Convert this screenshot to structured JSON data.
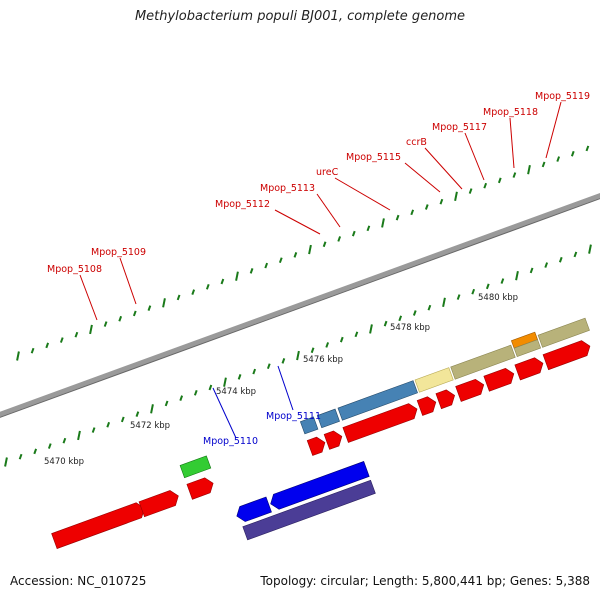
{
  "title": "Methylobacterium populi BJ001, complete genome",
  "accession": "Accession: NC_010725",
  "summary": "Topology: circular; Length: 5,800,441 bp; Genes: 5,388",
  "colors": {
    "forward_cds": "#ff0000",
    "reverse_cds": "#0000ee",
    "forward_label": "#cc0000",
    "reverse_label": "#0000cc",
    "backbone": "#888888",
    "tick": "#1a7a1a"
  },
  "tick_labels": [
    {
      "id": "t5470",
      "text": "5470 kbp"
    },
    {
      "id": "t5472",
      "text": "5472 kbp"
    },
    {
      "id": "t5474",
      "text": "5474 kbp"
    },
    {
      "id": "t5476",
      "text": "5476 kbp"
    },
    {
      "id": "t5478",
      "text": "5478 kbp"
    },
    {
      "id": "t5480",
      "text": "5480 kbp"
    }
  ],
  "gene_labels": [
    {
      "id": "Mpop_5108",
      "text": "Mpop_5108",
      "strand": "forward"
    },
    {
      "id": "Mpop_5109",
      "text": "Mpop_5109",
      "strand": "forward"
    },
    {
      "id": "Mpop_5110",
      "text": "Mpop_5110",
      "strand": "reverse"
    },
    {
      "id": "Mpop_5111",
      "text": "Mpop_5111",
      "strand": "reverse"
    },
    {
      "id": "Mpop_5112",
      "text": "Mpop_5112",
      "strand": "forward"
    },
    {
      "id": "Mpop_5113",
      "text": "Mpop_5113",
      "strand": "forward"
    },
    {
      "id": "ureC",
      "text": "ureC",
      "strand": "forward"
    },
    {
      "id": "Mpop_5115",
      "text": "Mpop_5115",
      "strand": "forward"
    },
    {
      "id": "ccrB",
      "text": "ccrB",
      "strand": "forward"
    },
    {
      "id": "Mpop_5117",
      "text": "Mpop_5117",
      "strand": "forward"
    },
    {
      "id": "Mpop_5118",
      "text": "Mpop_5118",
      "strand": "forward"
    },
    {
      "id": "Mpop_5119",
      "text": "Mpop_5119",
      "strand": "forward"
    }
  ]
}
